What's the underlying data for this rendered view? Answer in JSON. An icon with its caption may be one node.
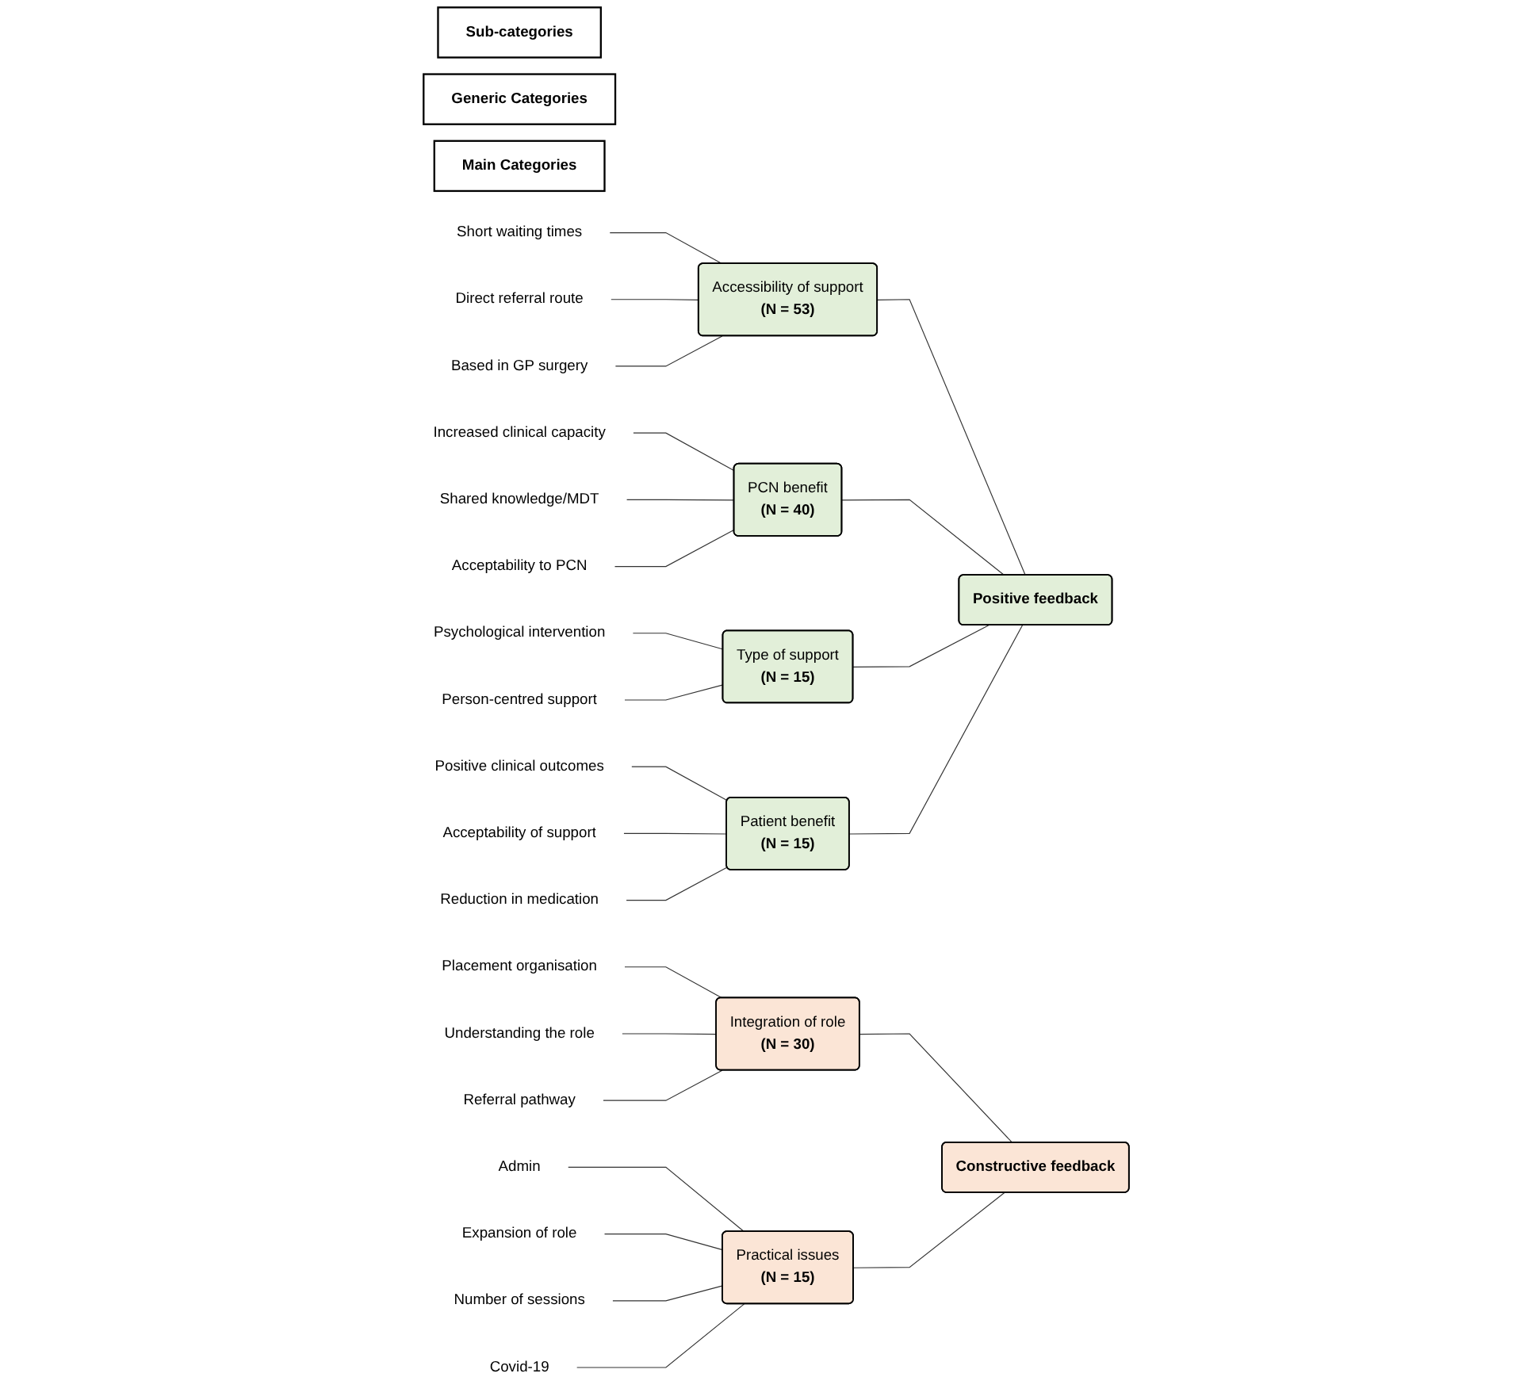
{
  "diagram": {
    "nodes": [
      {
        "text": [
          "Sub-categories"
        ]
      },
      {
        "text": [
          "Generic Categories"
        ]
      },
      {
        "text": [
          "Main Categories"
        ]
      },
      {
        "text": [
          "Short waiting times"
        ]
      },
      {
        "text": [
          "Direct referral route"
        ]
      },
      {
        "text": [
          "Based in GP surgery"
        ]
      },
      {
        "text": [
          "Accessibility of support",
          "(N = 53)"
        ]
      },
      {
        "text": [
          "Increased clinical capacity"
        ]
      },
      {
        "text": [
          "Shared knowledge/MDT"
        ]
      },
      {
        "text": [
          "Acceptability to PCN"
        ]
      },
      {
        "text": [
          "PCN benefit",
          "(N = 40)"
        ]
      },
      {
        "text": [
          "Positive feedback"
        ]
      },
      {
        "text": [
          "Psychological intervention"
        ]
      },
      {
        "text": [
          "Person-centred support"
        ]
      },
      {
        "text": [
          "Type of support",
          "(N = 15)"
        ]
      },
      {
        "text": [
          "Positive clinical outcomes"
        ]
      },
      {
        "text": [
          "Acceptability of support"
        ]
      },
      {
        "text": [
          "Reduction in medication"
        ]
      },
      {
        "text": [
          "Patient benefit",
          "(N = 15)"
        ]
      },
      {
        "text": [
          "Placement organisation"
        ]
      },
      {
        "text": [
          "Understanding the role"
        ]
      },
      {
        "text": [
          "Referral pathway"
        ]
      },
      {
        "text": [
          "Integration of role",
          "(N = 30)"
        ]
      },
      {
        "text": [
          "Constructive feedback"
        ]
      },
      {
        "text": [
          "Admin"
        ]
      },
      {
        "text": [
          "Expansion of role"
        ]
      },
      {
        "text": [
          "Number of sessions"
        ]
      },
      {
        "text": [
          "Covid-19"
        ]
      },
      {
        "text": [
          "Practical issues",
          "(N = 15)"
        ]
      }
    ],
    "edges": [
      {
        "from": 3,
        "to": 6,
        "arrow": "none"
      },
      {
        "from": 4,
        "to": 6,
        "arrow": "none"
      },
      {
        "from": 5,
        "to": 6,
        "arrow": "none"
      },
      {
        "from": 7,
        "to": 10,
        "arrow": "none"
      },
      {
        "from": 8,
        "to": 10,
        "arrow": "none"
      },
      {
        "from": 9,
        "to": 10,
        "arrow": "none"
      },
      {
        "from": 12,
        "to": 14,
        "arrow": "none"
      },
      {
        "from": 13,
        "to": 14,
        "arrow": "none"
      },
      {
        "from": 15,
        "to": 18,
        "arrow": "none"
      },
      {
        "from": 16,
        "to": 18,
        "arrow": "none"
      },
      {
        "from": 17,
        "to": 18,
        "arrow": "none"
      },
      {
        "from": 6,
        "to": 11,
        "arrow": "none"
      },
      {
        "from": 10,
        "to": 11,
        "arrow": "none"
      },
      {
        "from": 14,
        "to": 11,
        "arrow": "none"
      },
      {
        "from": 18,
        "to": 11,
        "arrow": "none"
      },
      {
        "from": 19,
        "to": 22,
        "arrow": "none"
      },
      {
        "from": 20,
        "to": 22,
        "arrow": "none"
      },
      {
        "from": 21,
        "to": 22,
        "arrow": "none"
      },
      {
        "from": 24,
        "to": 28,
        "arrow": "none"
      },
      {
        "from": 25,
        "to": 28,
        "arrow": "none"
      },
      {
        "from": 26,
        "to": 28,
        "arrow": "none"
      },
      {
        "from": 27,
        "to": 28,
        "arrow": "none"
      },
      {
        "from": 22,
        "to": 23,
        "arrow": "none"
      },
      {
        "from": 28,
        "to": 23,
        "arrow": "none"
      }
    ]
  }
}
